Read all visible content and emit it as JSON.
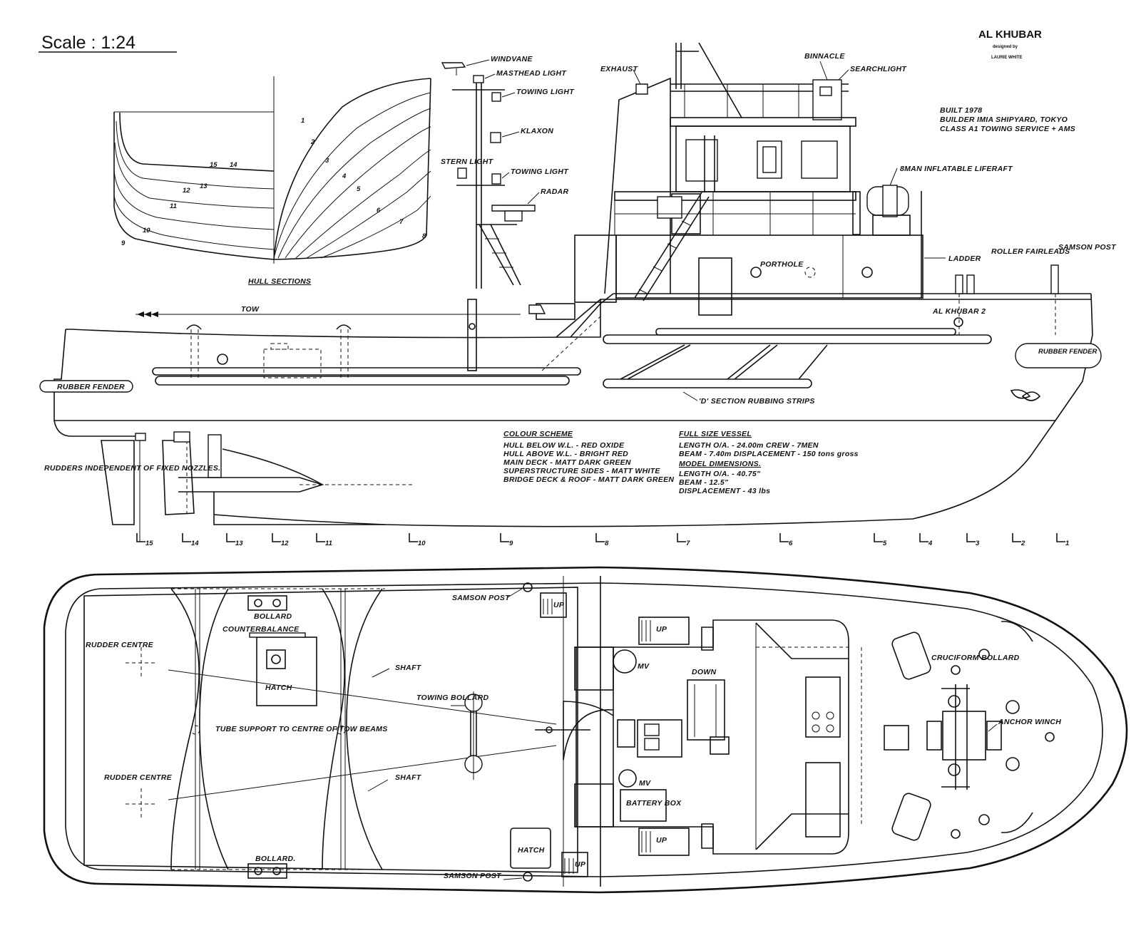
{
  "scale": "Scale : 1:24",
  "title": {
    "name": "AL KHUBAR",
    "designed_by": "designed by",
    "designer": "LAURIE WHITE"
  },
  "build_info": [
    "BUILT 1978",
    "BUILDER IMIA SHIPYARD, TOKYO",
    "CLASS A1 TOWING SERVICE + AMS"
  ],
  "hull_sections": {
    "title": "HULL SECTIONS",
    "numbers": [
      "1",
      "2",
      "3",
      "4",
      "5",
      "6",
      "7",
      "8",
      "9",
      "10",
      "11",
      "12",
      "13",
      "14",
      "15"
    ]
  },
  "profile_labels": {
    "windvane": "WINDVANE",
    "masthead_light": "MASTHEAD LIGHT",
    "towing_light_1": "TOWING LIGHT",
    "klaxon": "KLAXON",
    "stern_light": "STERN LIGHT",
    "towing_light_2": "TOWING LIGHT",
    "radar": "RADAR",
    "exhaust": "EXHAUST",
    "binnacle": "BINNACLE",
    "searchlight": "SEARCHLIGHT",
    "liferaft": "8MAN INFLATABLE LIFERAFT",
    "ladder": "LADDER",
    "roller_fairleads": "ROLLER FAIRLEADS",
    "samson_post": "SAMSON POST",
    "porthole": "PORTHOLE",
    "tow": "TOW",
    "hull_name": "AL KHUBAR 2",
    "rubber_fender_stern": "RUBBER FENDER",
    "rubber_fender_bow": "RUBBER FENDER",
    "rubbing_strips": "'D' SECTION RUBBING STRIPS",
    "rudders": "RUDDERS INDEPENDENT OF FIXED NOZZLES."
  },
  "colour_scheme": {
    "title": "COLOUR SCHEME",
    "lines": [
      "HULL BELOW W.L. - RED OXIDE",
      "HULL ABOVE W.L. - BRIGHT RED",
      "MAIN DECK - MATT DARK GREEN",
      "SUPERSTRUCTURE SIDES - MATT WHITE",
      "BRIDGE DECK & ROOF - MATT DARK GREEN"
    ]
  },
  "full_size": {
    "title": "FULL SIZE VESSEL",
    "lines": [
      "LENGTH O/A. - 24.00m CREW - 7MEN",
      "BEAM - 7.40m DISPLACEMENT - 150 tons gross"
    ]
  },
  "model_dimensions": {
    "title": "MODEL DIMENSIONS.",
    "lines": [
      "LENGTH O/A. - 40.75\"",
      "BEAM - 12.5\"",
      "DISPLACEMENT - 43 lbs"
    ]
  },
  "stations": [
    "15",
    "14",
    "13",
    "12",
    "11",
    "10",
    "9",
    "8",
    "7",
    "6",
    "5",
    "4",
    "3",
    "2",
    "1"
  ],
  "plan_labels": {
    "samson_post_top": "SAMSON POST",
    "bollard_top": "BOLLARD",
    "counterbalance": "COUNTERBALANCE",
    "hatch_aft": "HATCH",
    "rudder_centre_1": "RUDDER CENTRE",
    "shaft_1": "SHAFT",
    "towing_bollard": "TOWING BOLLARD",
    "tube_support": "TUBE SUPPORT TO CENTRE OF TOW BEAMS",
    "rudder_centre_2": "RUDDER CENTRE",
    "shaft_2": "SHAFT",
    "bollard_bottom": "BOLLARD.",
    "hatch_fwd": "HATCH",
    "samson_post_bottom": "SAMSON POST",
    "up_1": "UP",
    "up_2": "UP",
    "up_3": "UP",
    "up_4": "UP",
    "mv_1": "MV",
    "mv_2": "MV",
    "down": "DOWN",
    "battery_box": "BATTERY BOX",
    "cruciform_bollard": "CRUCIFORM BOLLARD",
    "anchor_winch": "ANCHOR WINCH"
  }
}
